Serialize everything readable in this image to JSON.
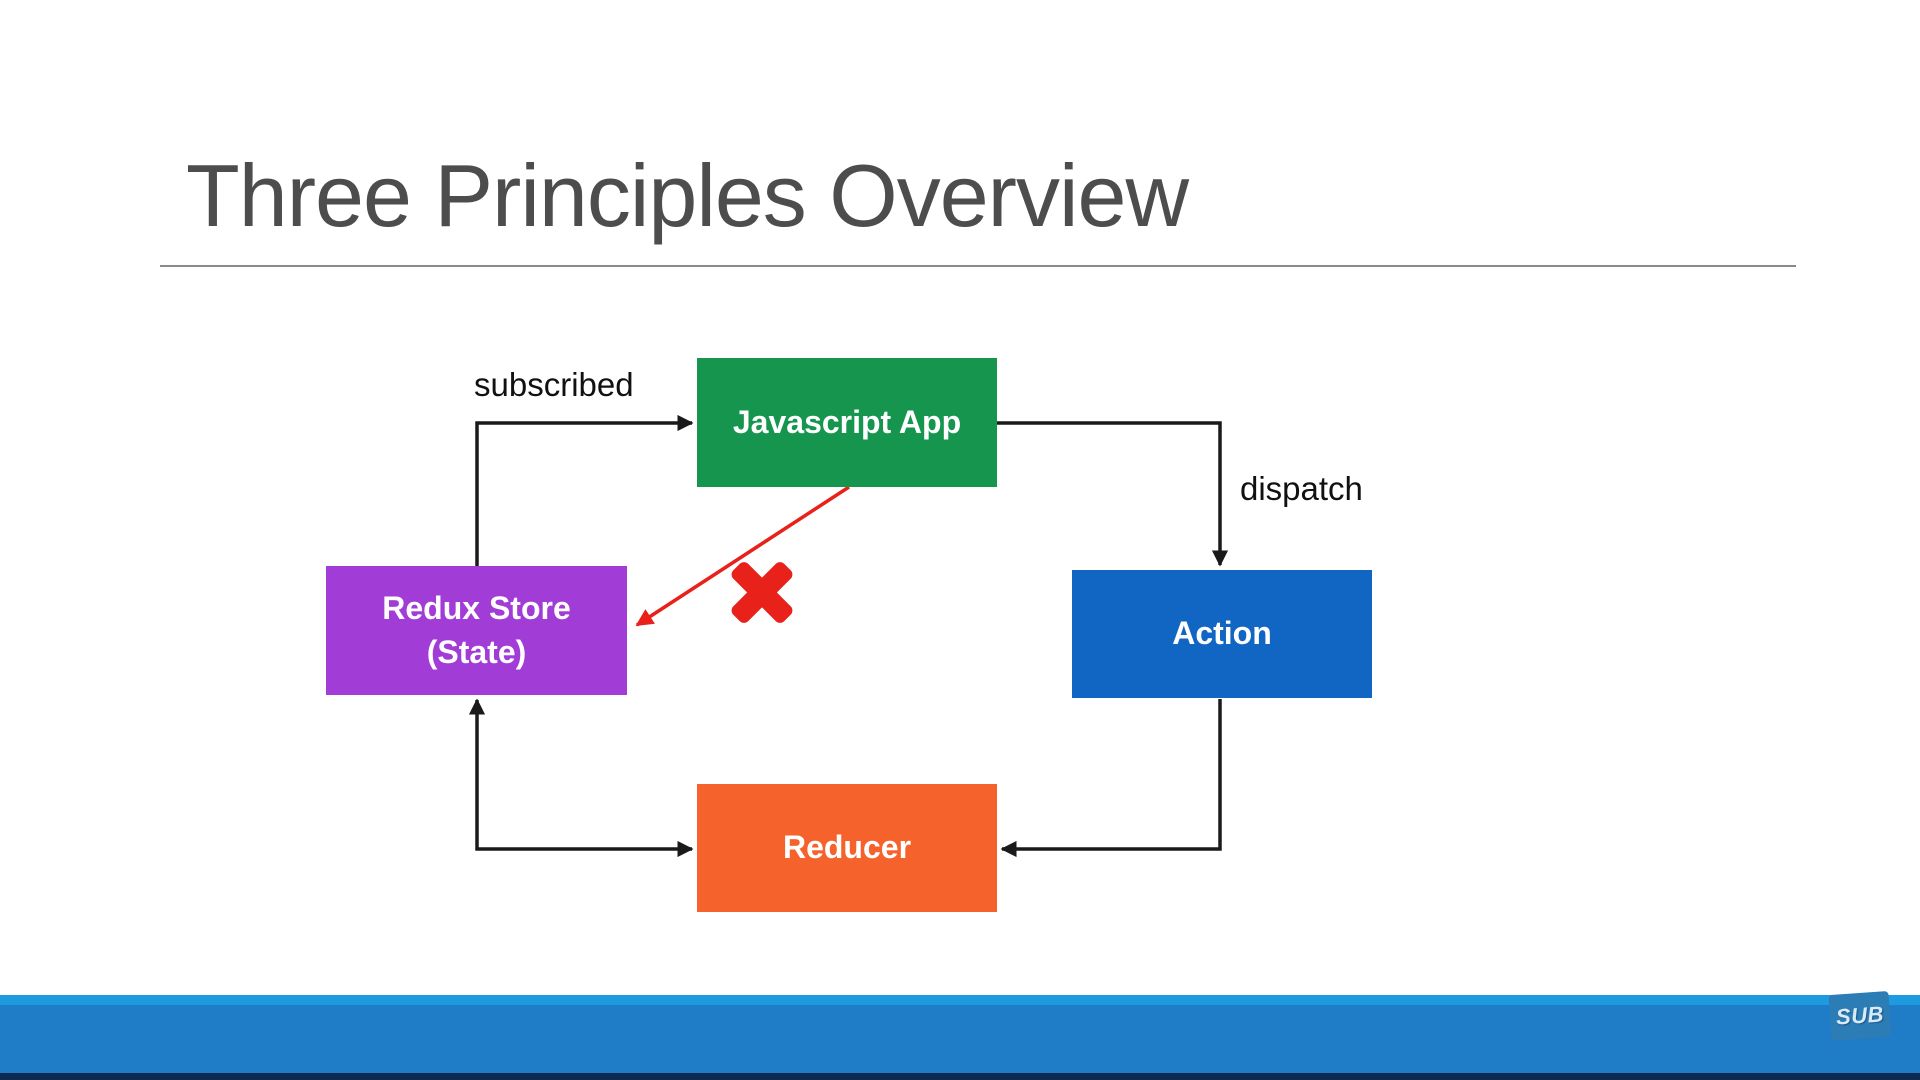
{
  "slide": {
    "title": "Three Principles Overview"
  },
  "diagram": {
    "nodes": [
      {
        "id": "javascript-app",
        "label": "Javascript App",
        "color": "#15954E"
      },
      {
        "id": "redux-store",
        "label": "Redux Store\n(State)",
        "color": "#A13CD6"
      },
      {
        "id": "action",
        "label": "Action",
        "color": "#1166C3"
      },
      {
        "id": "reducer",
        "label": "Reducer",
        "color": "#F5622B"
      }
    ],
    "edge_labels": {
      "subscribed": "subscribed",
      "dispatch": "dispatch"
    },
    "colors": {
      "connector": "#1A1A1A",
      "forbidden": "#E8211A"
    }
  },
  "footer": {
    "logo_text": "SUB",
    "bar_color": "#1E7DC6",
    "accent_color": "#1E9BE0",
    "dark_strip_color": "#0D2B51",
    "badge_color": "#2C7CB5"
  }
}
